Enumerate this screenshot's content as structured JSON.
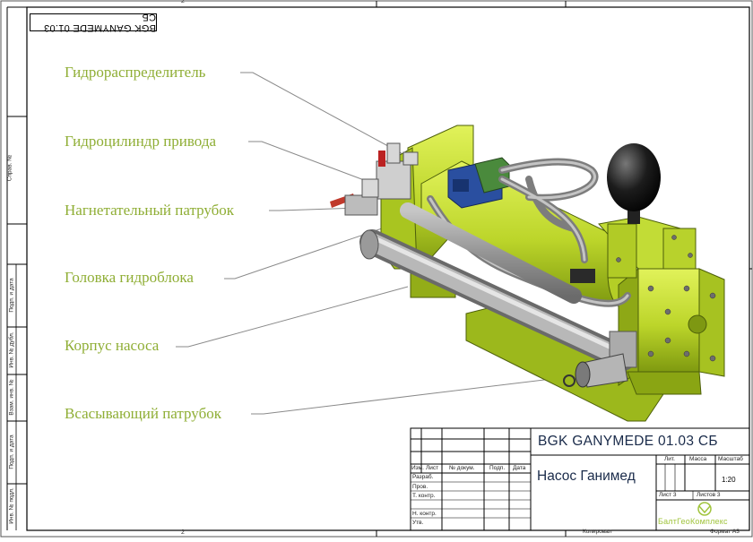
{
  "drawing": {
    "stamp_code": "BGK GANYMEDE 01.03 СБ",
    "callouts": [
      "Гидрораспределитель",
      "Гидроцилиндр привода",
      "Нагнетательный патрубок",
      "Головка гидроблока",
      "Корпус насоса",
      "Всасывающий патрубок"
    ],
    "left_strip": [
      "Справ. №",
      "Подп. и дата",
      "Инв. № дубл.",
      "Взам. инв. №",
      "Подп. и дата",
      "Инв. № подл."
    ],
    "zone_marks": [
      "2",
      "2"
    ]
  },
  "title_block": {
    "designation": "BGK GANYMEDE 01.03 СБ",
    "name": "Насос Ганимед",
    "header_cols": [
      "Изм.",
      "Лист",
      "№ докум.",
      "Подп.",
      "Дата"
    ],
    "roles": [
      "Разраб.",
      "Пров.",
      "Т. контр.",
      "Н. контр.",
      "Утв."
    ],
    "lit": "Лит.",
    "mass": "Масса",
    "scale_label": "Масштаб",
    "scale": "1:20",
    "sheet": "Лист 3",
    "sheets": "Листов 3",
    "company": "БалтГеоКомплекс",
    "copied": "Копировал",
    "format": "Формат А3"
  },
  "colors": {
    "body_green": "#c8e030",
    "dark_green": "#6f8a12",
    "callout_text": "#8fae35",
    "hose_gray": "#9a9a9a",
    "valve_blue": "#2a4fa0"
  }
}
